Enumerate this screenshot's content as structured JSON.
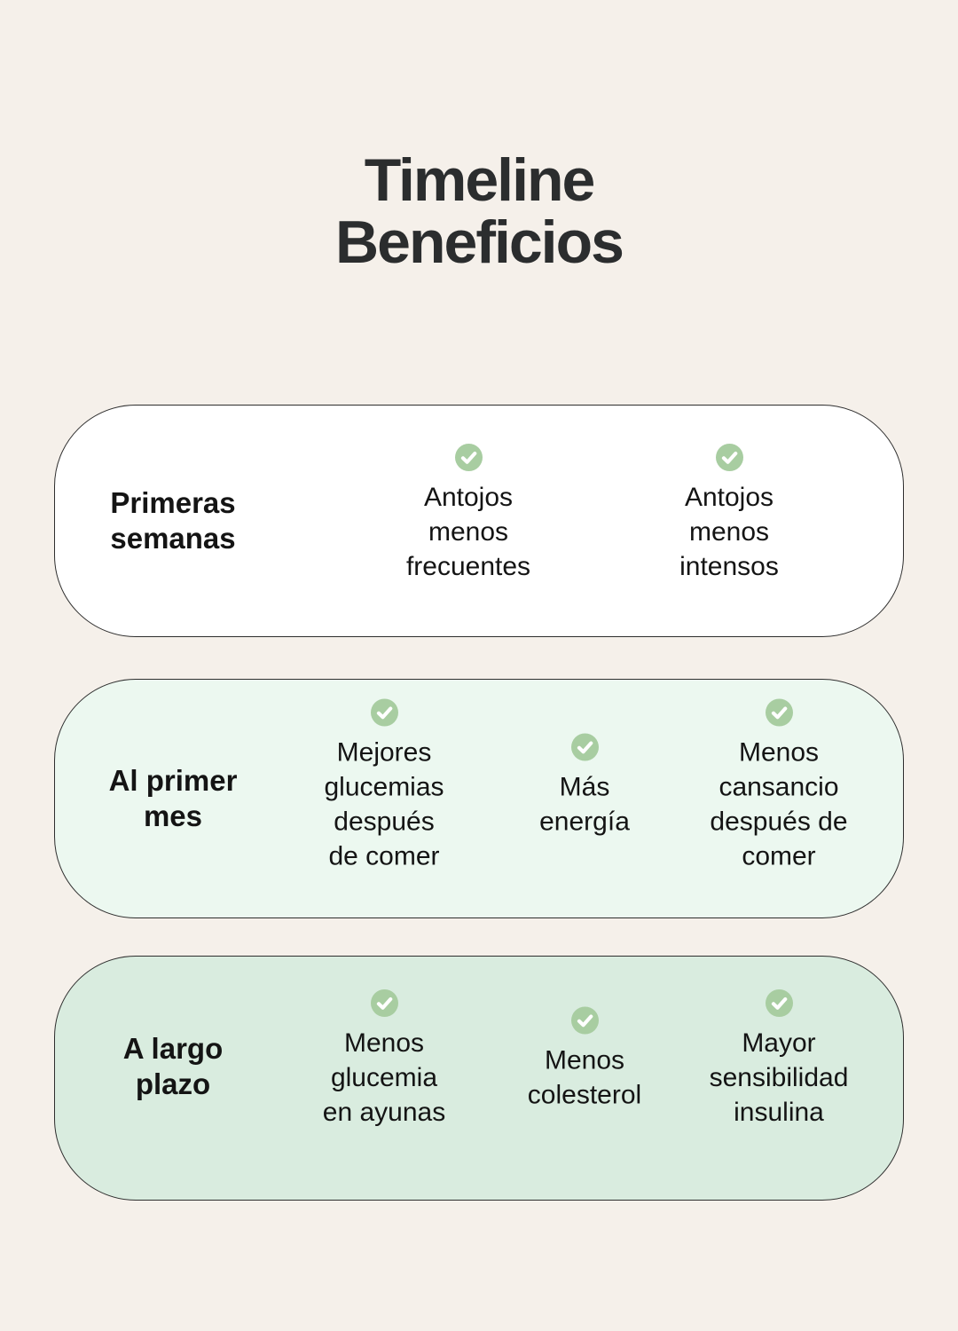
{
  "title": "Timeline\nBeneficios",
  "colors": {
    "background": "#f5f0ea",
    "card_row1": "#ffffff",
    "card_row2": "#ecf8f0",
    "card_row3": "#d9ecdf",
    "card_border": "#2e2e2e",
    "check_green": "#a8cda1",
    "check_mark": "#ffffff",
    "text": "#141414",
    "title_text": "#2b2d2e"
  },
  "icons": {
    "item_bullet": "check-circle-icon"
  },
  "rows": [
    {
      "label": "Primeras\nsemanas",
      "items": [
        {
          "text": "Antojos\nmenos\nfrecuentes"
        },
        {
          "text": "Antojos\nmenos\nintensos"
        }
      ]
    },
    {
      "label": "Al primer\nmes",
      "items": [
        {
          "text": "Mejores\nglucemias\ndespués\nde comer"
        },
        {
          "text": "Más\nenergía"
        },
        {
          "text": "Menos\ncansancio\ndespués de\ncomer"
        }
      ]
    },
    {
      "label": "A largo\nplazo",
      "items": [
        {
          "text": "Menos\nglucemia\nen ayunas"
        },
        {
          "text": "Menos\ncolesterol"
        },
        {
          "text": "Mayor\nsensibilidad\ninsulina"
        }
      ]
    }
  ]
}
